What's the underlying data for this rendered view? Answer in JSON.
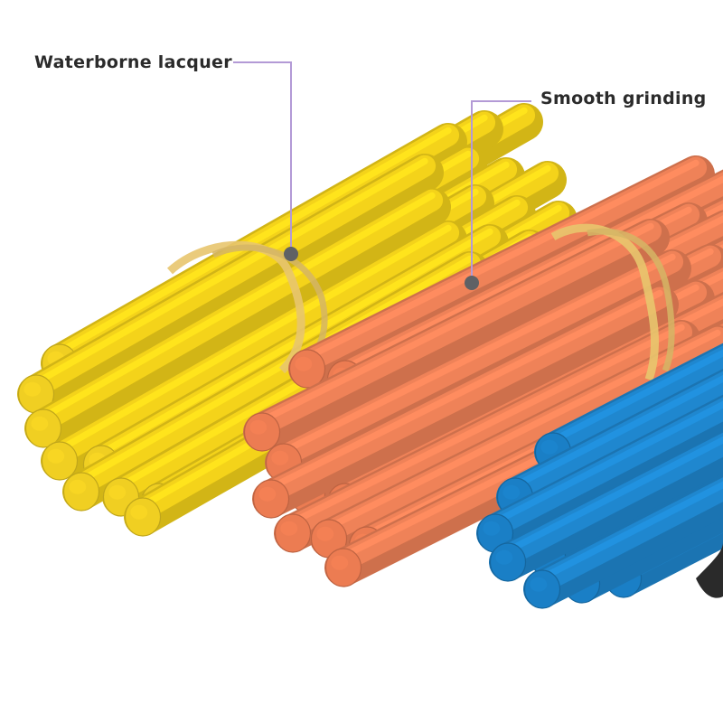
{
  "callouts": {
    "lacquer": "Waterborne lacquer",
    "grinding": "Smooth grinding"
  },
  "colors": {
    "background": "#ffffff",
    "yellow_body": "#f4d31a",
    "yellow_end": "#f0cf22",
    "orange_body": "#ef8258",
    "orange_end": "#ec7c52",
    "blue_body": "#1f87cf",
    "blue_end": "#1a7fc6",
    "rubber_band": "#e8c56e",
    "leader_line": "#b39ad6",
    "leader_dot": "#5f6165"
  },
  "bundles": [
    {
      "name": "yellow-sticks-bundle",
      "color": "yellow",
      "has_band": true
    },
    {
      "name": "orange-sticks-bundle",
      "color": "orange",
      "has_band": true
    },
    {
      "name": "blue-sticks-bundle",
      "color": "blue",
      "has_band": false
    }
  ]
}
